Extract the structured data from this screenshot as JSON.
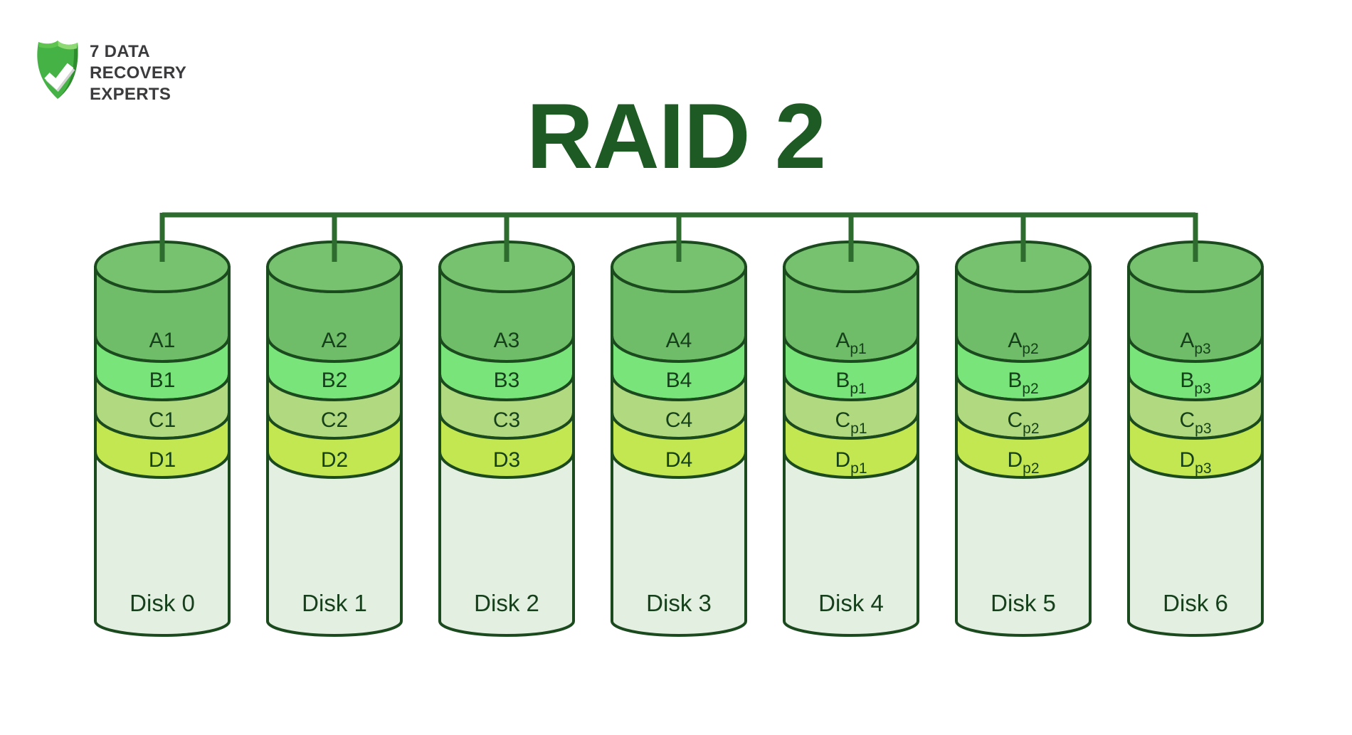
{
  "title": "RAID 2",
  "logo": {
    "line1": "7 DATA",
    "line2": "RECOVERY",
    "line3": "EXPERTS"
  },
  "colors": {
    "background": "#ffffff",
    "title": "#1e5a23",
    "logo_text": "#3b3b3d",
    "outline": "#1b4a1e",
    "bus": "#2e6b2e",
    "block_label": "#15401b",
    "cap": "#77c26f",
    "stripe_a": "#6fbd68",
    "stripe_b": "#79e479",
    "stripe_c": "#b1da80",
    "stripe_d": "#c2e751",
    "body": "#e3efe0",
    "shield_main": "#45b245",
    "shield_dark": "#2e8e2e",
    "shield_light": "#8ed973",
    "shield_mid": "#5ec44f",
    "check": "#ffffff",
    "check_shadow": "#d2d2d2"
  },
  "disks": [
    {
      "label": "Disk 0",
      "blocks": [
        {
          "text": "A1"
        },
        {
          "text": "B1"
        },
        {
          "text": "C1"
        },
        {
          "text": "D1"
        }
      ]
    },
    {
      "label": "Disk 1",
      "blocks": [
        {
          "text": "A2"
        },
        {
          "text": "B2"
        },
        {
          "text": "C2"
        },
        {
          "text": "D2"
        }
      ]
    },
    {
      "label": "Disk 2",
      "blocks": [
        {
          "text": "A3"
        },
        {
          "text": "B3"
        },
        {
          "text": "C3"
        },
        {
          "text": "D3"
        }
      ]
    },
    {
      "label": "Disk 3",
      "blocks": [
        {
          "text": "A4"
        },
        {
          "text": "B4"
        },
        {
          "text": "C4"
        },
        {
          "text": "D4"
        }
      ]
    },
    {
      "label": "Disk 4",
      "blocks": [
        {
          "text": "A",
          "sub": "p1"
        },
        {
          "text": "B",
          "sub": "p1"
        },
        {
          "text": "C",
          "sub": "p1"
        },
        {
          "text": "D",
          "sub": "p1"
        }
      ]
    },
    {
      "label": "Disk 5",
      "blocks": [
        {
          "text": "A",
          "sub": "p2"
        },
        {
          "text": "B",
          "sub": "p2"
        },
        {
          "text": "C",
          "sub": "p2"
        },
        {
          "text": "D",
          "sub": "p2"
        }
      ]
    },
    {
      "label": "Disk 6",
      "blocks": [
        {
          "text": "A",
          "sub": "p3"
        },
        {
          "text": "B",
          "sub": "p3"
        },
        {
          "text": "C",
          "sub": "p3"
        },
        {
          "text": "D",
          "sub": "p3"
        }
      ]
    }
  ]
}
